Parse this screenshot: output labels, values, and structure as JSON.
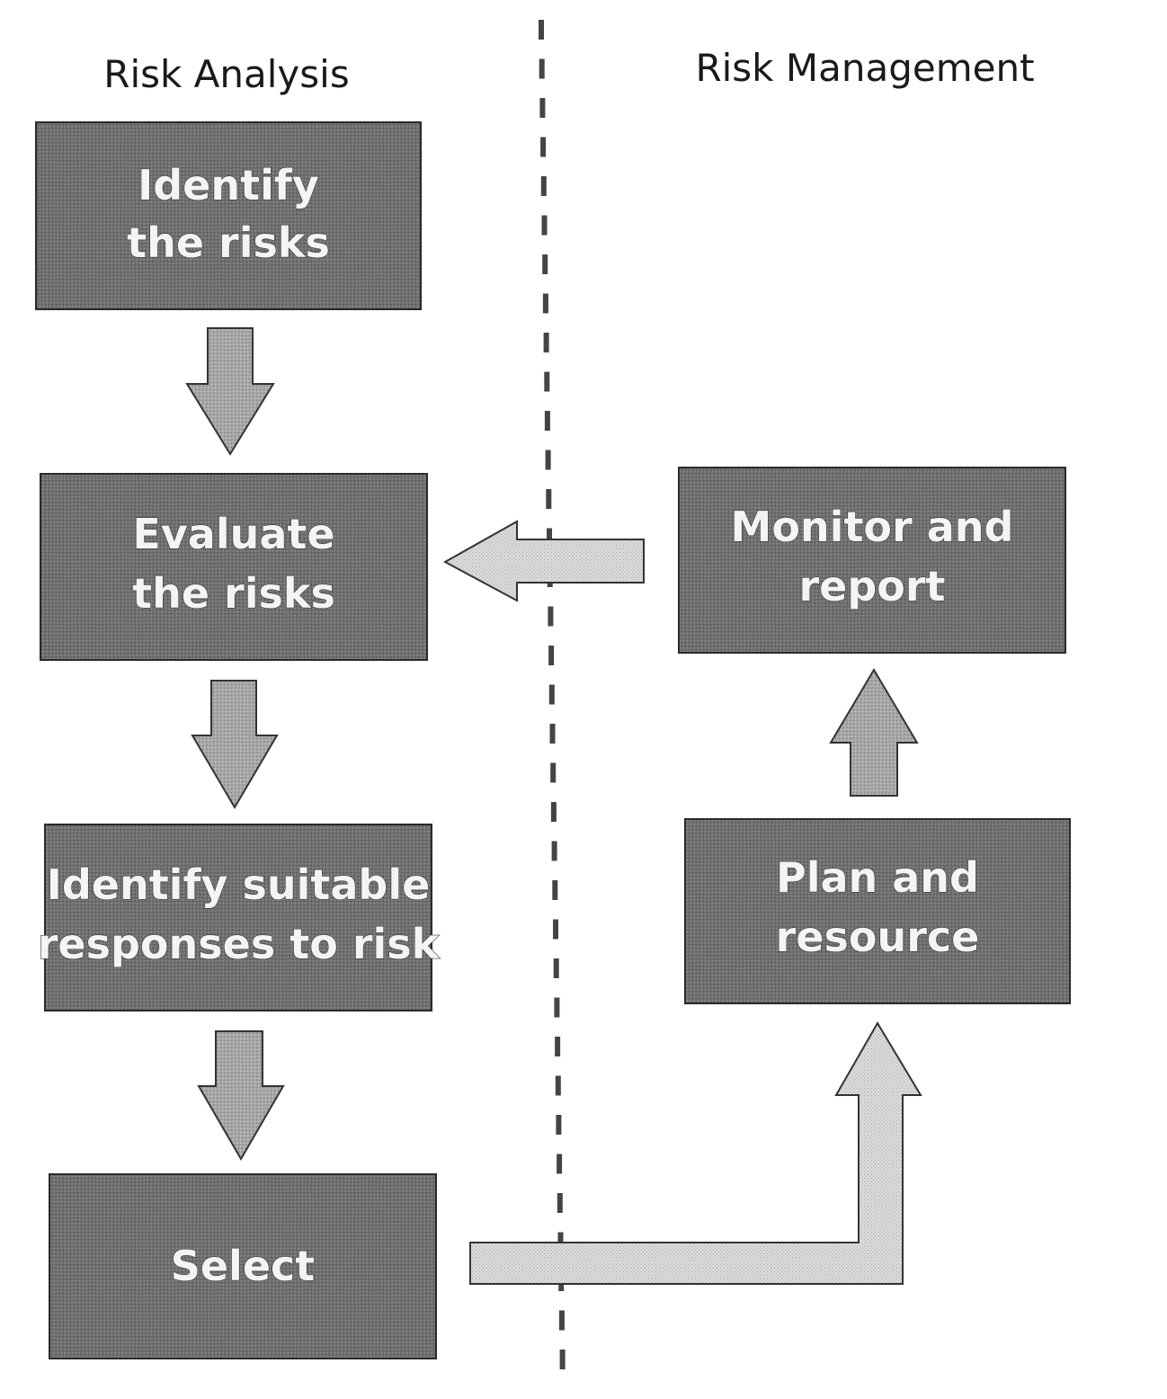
{
  "headings": {
    "left": "Risk Analysis",
    "right": "Risk Management"
  },
  "boxes": {
    "identify_risks": [
      "Identify",
      "the risks"
    ],
    "evaluate_risks": [
      "Evaluate",
      "the risks"
    ],
    "identify_responses": [
      "Identify suitable",
      "responses to risk"
    ],
    "select": [
      "Select"
    ],
    "plan_resource": [
      "Plan and",
      "resource"
    ],
    "monitor_report": [
      "Monitor and",
      "report"
    ]
  },
  "colors": {
    "box_fill": "#6e6e6e",
    "arrow_fill": "#a8a8a8",
    "arrow_light_fill": "#d9d9d9",
    "text": "#f4f4f4"
  }
}
